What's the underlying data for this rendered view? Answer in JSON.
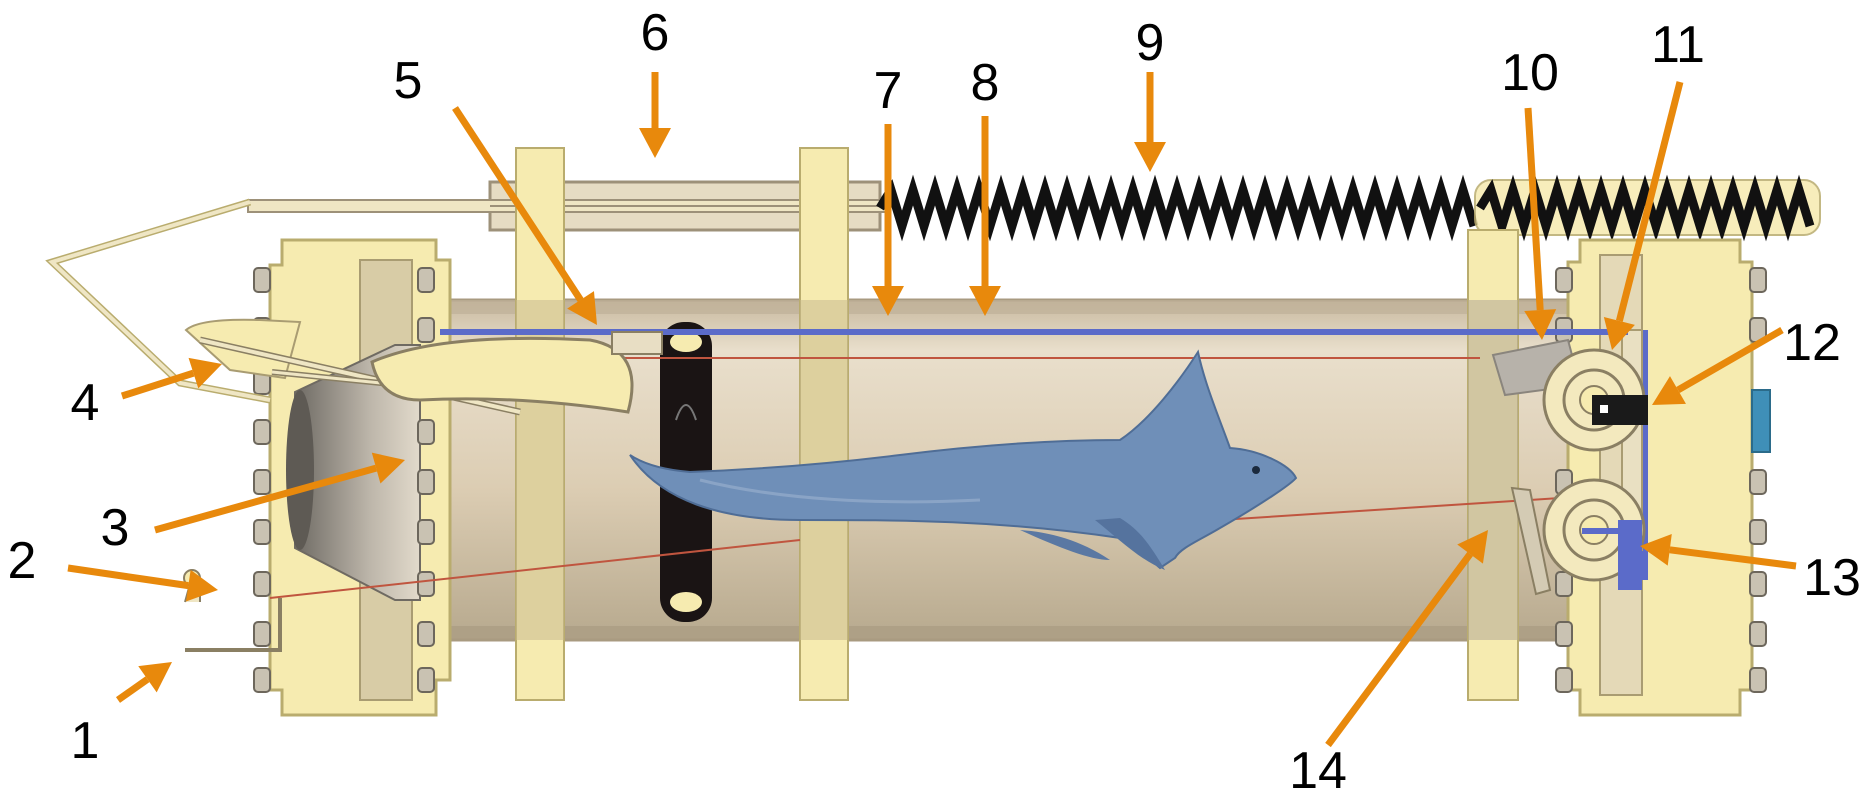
{
  "callouts": [
    {
      "id": "1",
      "label": "1"
    },
    {
      "id": "2",
      "label": "2"
    },
    {
      "id": "3",
      "label": "3"
    },
    {
      "id": "4",
      "label": "4"
    },
    {
      "id": "5",
      "label": "5"
    },
    {
      "id": "6",
      "label": "6"
    },
    {
      "id": "7",
      "label": "7"
    },
    {
      "id": "8",
      "label": "8"
    },
    {
      "id": "9",
      "label": "9"
    },
    {
      "id": "10",
      "label": "10"
    },
    {
      "id": "11",
      "label": "11"
    },
    {
      "id": "12",
      "label": "12"
    },
    {
      "id": "13",
      "label": "13"
    },
    {
      "id": "14",
      "label": "14"
    }
  ],
  "colors": {
    "arrow": "#E8890C",
    "frame": "#F6EBB0",
    "frame_stroke": "#B9AC6E",
    "tube_body": "#D9CBB1",
    "tube_edge": "#B3A68F",
    "guide_rail": "#5B6BC9",
    "trigger_line": "#C0553F",
    "spring": "#111111",
    "fish": "#6F8FB8",
    "fish_dark": "#4F6D96",
    "ring_dark": "#333333",
    "gray_part": "#9E9A93"
  },
  "icons": {
    "subject": "shark-icon",
    "spring": "coil-spring-icon"
  }
}
